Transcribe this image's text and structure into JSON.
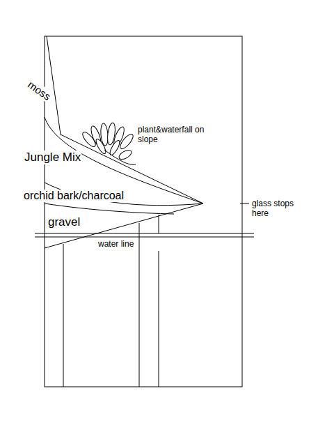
{
  "diagram": {
    "labels": [
      "moss",
      "Jungle Mix",
      "plant&waterfall on slope",
      "orchid bark/charcoal",
      "gravel",
      "glass stops here",
      "water line"
    ]
  }
}
